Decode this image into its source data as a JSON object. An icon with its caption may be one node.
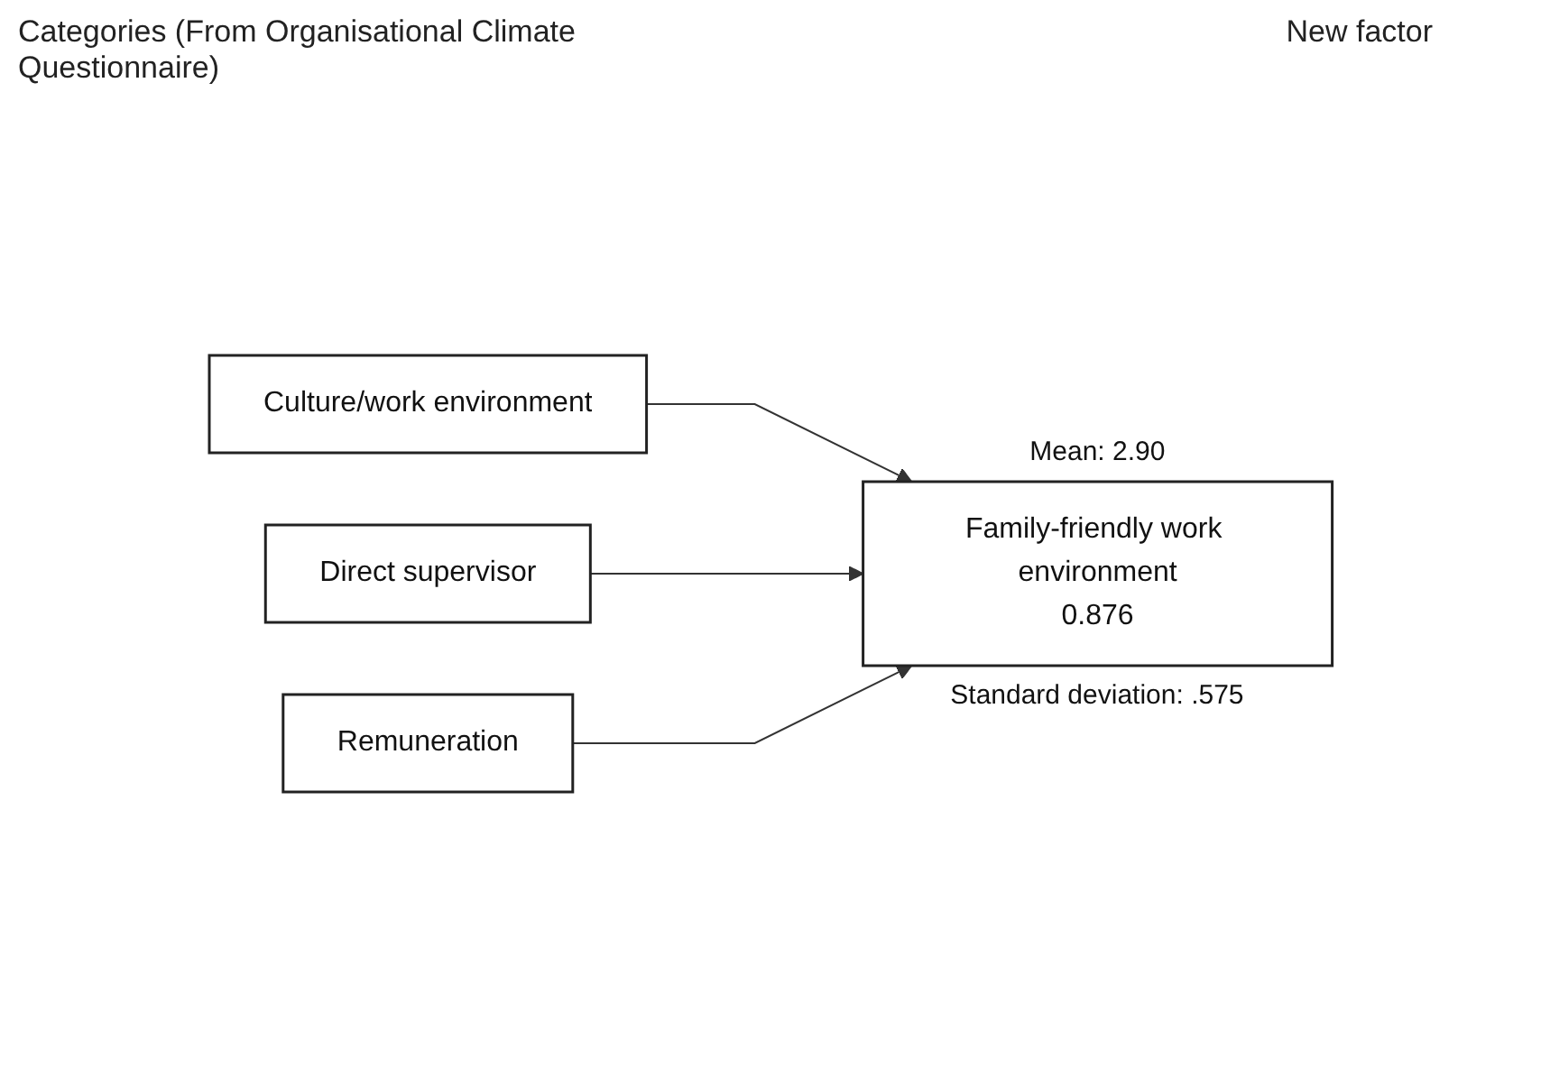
{
  "diagram": {
    "nodes": [
      {
        "text": [
          "Culture/work environment"
        ]
      },
      {
        "text": [
          "Direct supervisor"
        ]
      },
      {
        "text": [
          "Remuneration"
        ]
      },
      {
        "text": [
          "Family-friendly work environment",
          "0.876"
        ],
        "beside": [
          "Mean: 2.90",
          "Standard deviation: .575"
        ]
      }
    ],
    "edges": [
      {
        "from": 0,
        "to": 3,
        "arrow": "to"
      },
      {
        "from": 1,
        "to": 3,
        "arrow": "to"
      },
      {
        "from": 2,
        "to": 3,
        "arrow": "to"
      }
    ],
    "labels": [
      "Categories (From Organisational Climate Questionnaire)",
      "New factor"
    ]
  }
}
